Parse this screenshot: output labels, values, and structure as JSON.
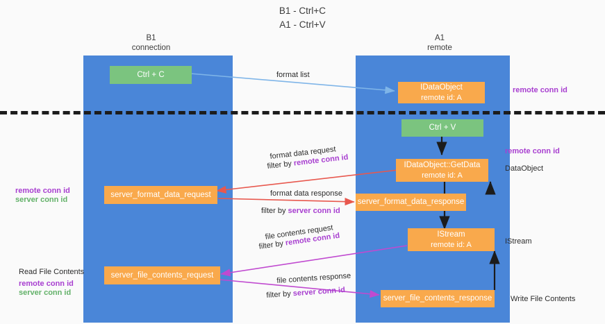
{
  "title": "B1 - Ctrl+C\nA1 - Ctrl+V",
  "lanes": [
    {
      "id": "b1",
      "header": "B1\nconnection"
    },
    {
      "id": "a1",
      "header": "A1\nremote"
    }
  ],
  "nodes": {
    "ctrl_c": {
      "label": "Ctrl + C",
      "sub": ""
    },
    "idataobject": {
      "label": "IDataObject",
      "sub": "remote id: A"
    },
    "ctrl_v": {
      "label": "Ctrl + V",
      "sub": ""
    },
    "getdata": {
      "label": "IDataObject::GetData",
      "sub": "remote id: A"
    },
    "server_format_data_request": {
      "label": "server_format_data_request",
      "sub": ""
    },
    "server_format_data_response": {
      "label": "server_format_data_response",
      "sub": ""
    },
    "istream": {
      "label": "IStream",
      "sub": "remote id: A"
    },
    "server_file_contents_request": {
      "label": "server_file_contents_request",
      "sub": ""
    },
    "server_file_contents_response": {
      "label": "server_file_contents_response",
      "sub": ""
    }
  },
  "edge_labels": {
    "format_list": "format list",
    "format_data_request": "format data request",
    "format_data_request_filter_prefix": "filter by ",
    "format_data_request_filter_key": "remote conn id",
    "format_data_response": "format data response",
    "format_data_response_filter_prefix": "filter by ",
    "format_data_response_filter_key": "server conn id",
    "file_contents_request": "file contents request",
    "file_contents_request_filter_prefix": "filter by ",
    "file_contents_request_filter_key": "remote conn id",
    "file_contents_response": "file contents response",
    "file_contents_response_filter_prefix": "filter by ",
    "file_contents_response_filter_key": "server conn id"
  },
  "right_tags": {
    "remote_conn_id_top": "remote conn id",
    "remote_conn_id_mid": "remote conn id",
    "dataobject": "DataObject",
    "istream": "IStream",
    "write_file_contents": "Write File Contents"
  },
  "left_tags": {
    "remote_conn_id": "remote conn id",
    "server_conn_id": "server conn id",
    "read_file_contents": "Read File Contents",
    "remote_conn_id_2": "remote conn id",
    "server_conn_id_2": "server conn id"
  },
  "colors": {
    "lane": "#4a86d8",
    "green_node": "#7bc47f",
    "orange_node": "#f9a94c",
    "purple": "#a83fd0",
    "green_text": "#63b169",
    "arrow_blue": "#7fb5e8",
    "arrow_red": "#e8584e",
    "arrow_magenta": "#c04ad0",
    "arrow_dark": "#1c1c1c",
    "divider": "#1c1c1c"
  }
}
